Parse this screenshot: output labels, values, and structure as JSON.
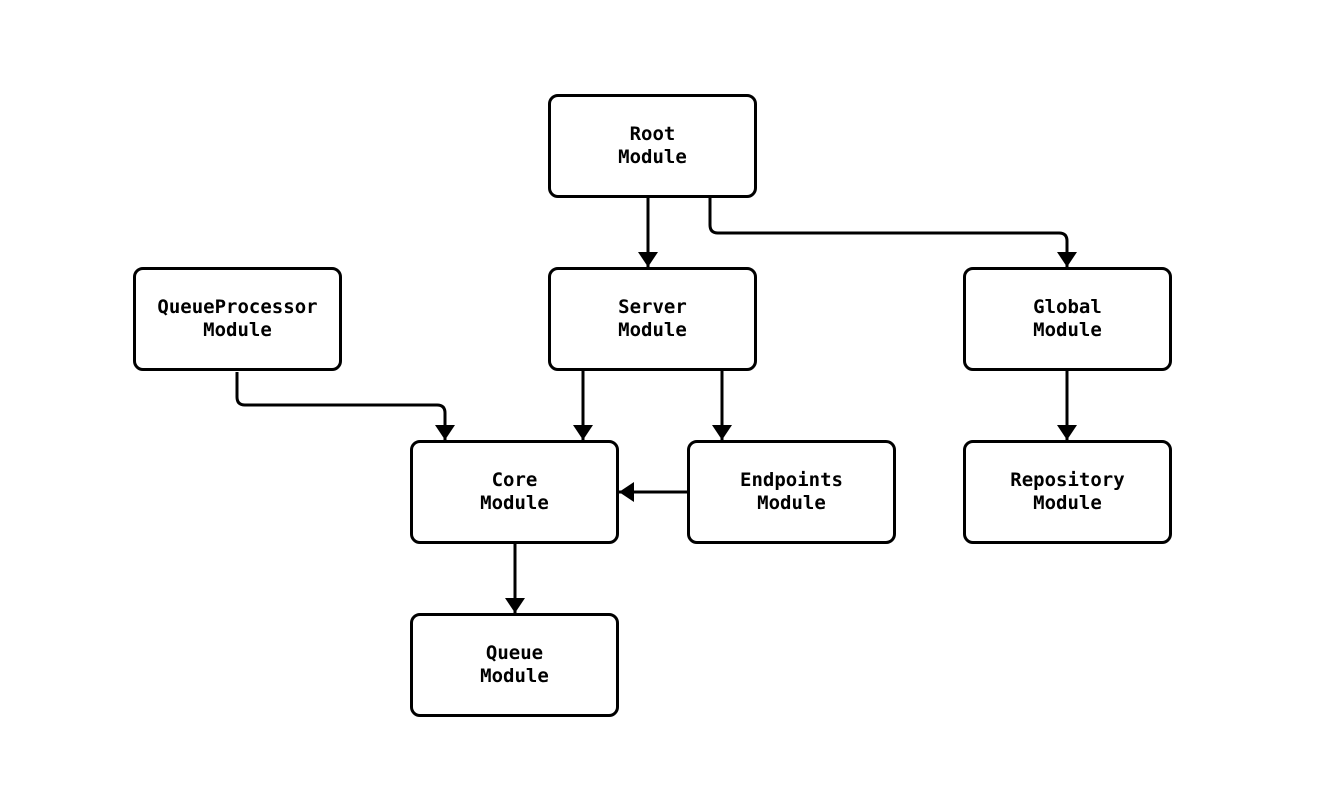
{
  "diagram": {
    "type": "flowchart",
    "background_color": "#ffffff",
    "stroke_color": "#000000",
    "node_fill_color": "#ffffff",
    "nodes": [
      {
        "id": "root",
        "line1": "Root",
        "line2": "Module"
      },
      {
        "id": "queueprocessor",
        "line1": "QueueProcessor",
        "line2": "Module"
      },
      {
        "id": "server",
        "line1": "Server",
        "line2": "Module"
      },
      {
        "id": "global",
        "line1": "Global",
        "line2": "Module"
      },
      {
        "id": "core",
        "line1": "Core",
        "line2": "Module"
      },
      {
        "id": "endpoints",
        "line1": "Endpoints",
        "line2": "Module"
      },
      {
        "id": "repository",
        "line1": "Repository",
        "line2": "Module"
      },
      {
        "id": "queue",
        "line1": "Queue",
        "line2": "Module"
      }
    ],
    "edges": [
      {
        "from": "root",
        "to": "server"
      },
      {
        "from": "root",
        "to": "global"
      },
      {
        "from": "queueprocessor",
        "to": "core"
      },
      {
        "from": "server",
        "to": "core"
      },
      {
        "from": "server",
        "to": "endpoints"
      },
      {
        "from": "endpoints",
        "to": "core"
      },
      {
        "from": "core",
        "to": "queue"
      },
      {
        "from": "global",
        "to": "repository"
      }
    ]
  }
}
